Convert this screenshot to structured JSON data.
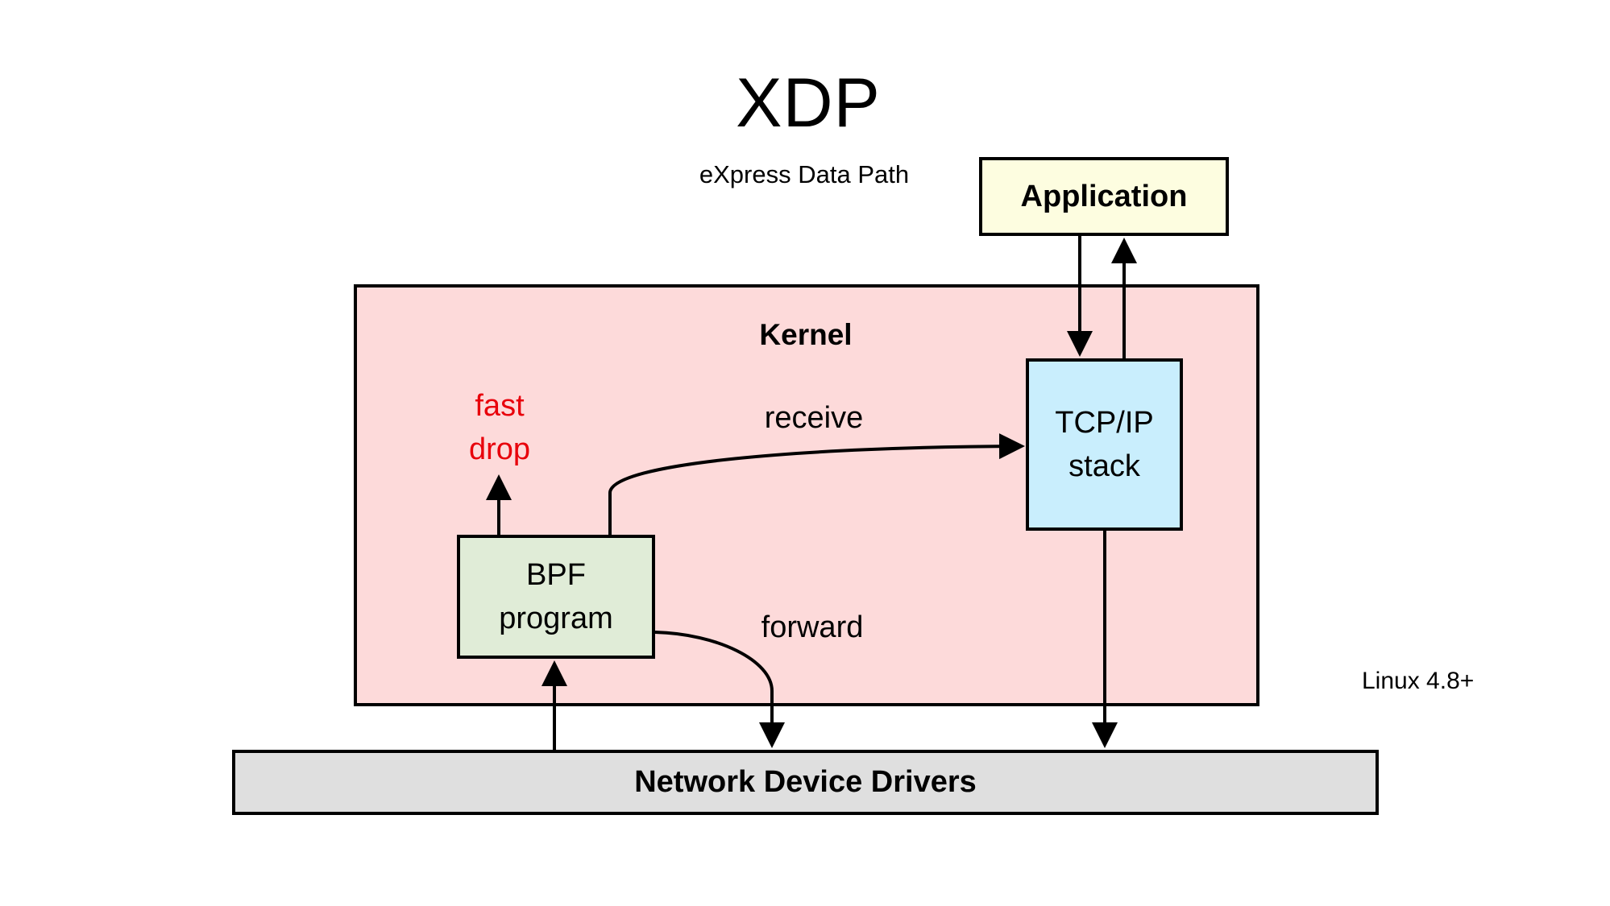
{
  "header": {
    "title": "XDP",
    "subtitle": "eXpress Data Path"
  },
  "nodes": {
    "application": "Application",
    "kernel": "Kernel",
    "tcpip_stack": [
      "TCP/IP",
      "stack"
    ],
    "bpf_program": [
      "BPF",
      "program"
    ],
    "network_device_drivers": "Network Device Drivers"
  },
  "edges": {
    "fast_drop": [
      "fast",
      "drop"
    ],
    "receive": "receive",
    "forward": "forward"
  },
  "footnote": {
    "version": "Linux 4.8+"
  },
  "colors": {
    "kernel_fill": "#fddada",
    "application_fill": "#fdfde0",
    "tcpip_fill": "#c9eefd",
    "bpf_fill": "#e0ecd7",
    "drivers_fill": "#dfdfdf",
    "fast_drop_text": "#e8000b"
  }
}
